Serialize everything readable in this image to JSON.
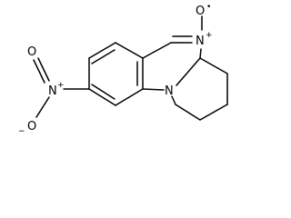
{
  "molecule": {
    "atoms": {
      "nitro_n": "N",
      "nitro_n_charge": "+",
      "nitro_o_top": "O",
      "nitro_o_bottom": "O",
      "nitro_o_bottom_charge": "−",
      "oxide_n": "N",
      "oxide_n_charge": "+",
      "oxide_o": "O",
      "oxide_o_charge": "•",
      "ring_n": "N"
    }
  }
}
